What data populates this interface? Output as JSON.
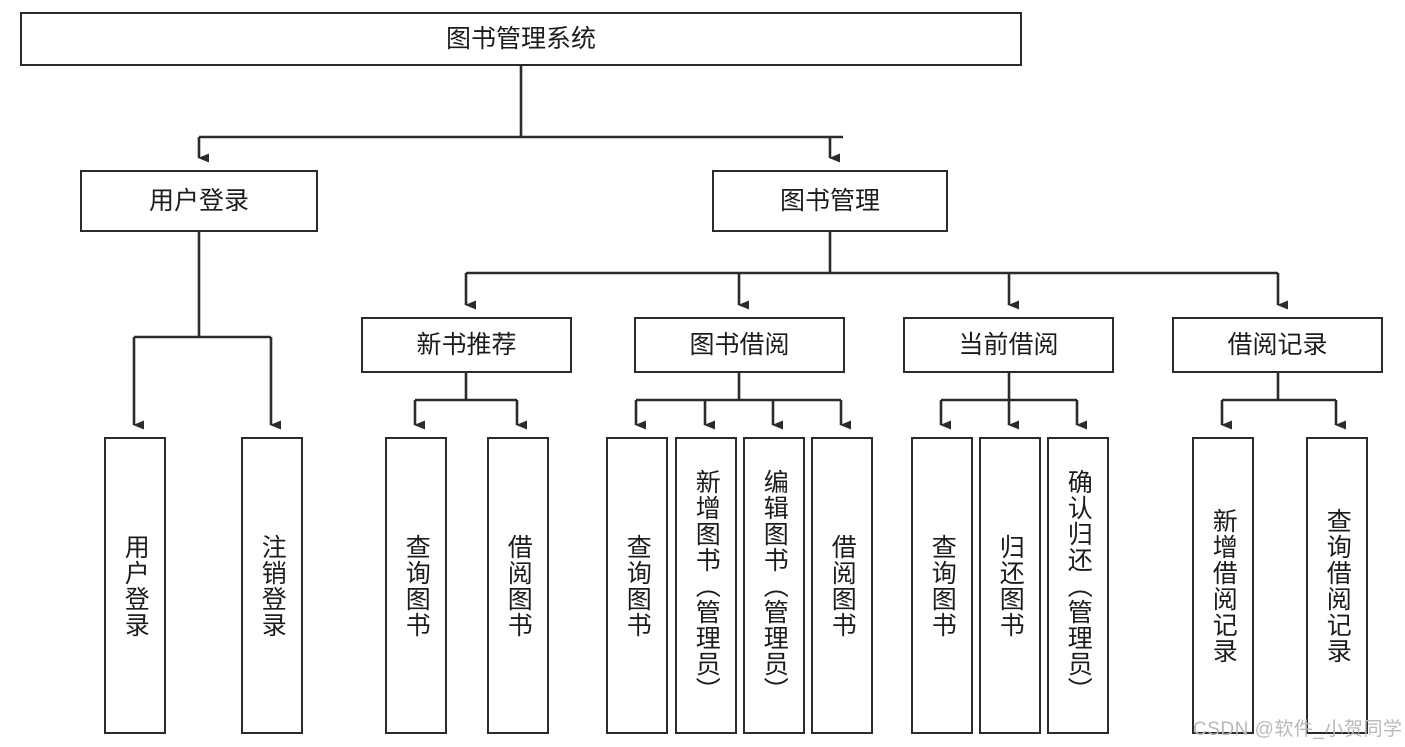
{
  "diagram": {
    "title": "图书管理系统",
    "type": "tree-hierarchy-chart",
    "orientation": "top-down",
    "colors": {
      "box_border": "#2b2b2b",
      "box_fill": "#ffffff",
      "connector": "#2b2b2b",
      "text": "#1c1c1c",
      "background": "#ffffff",
      "watermark": "#b9b9b9"
    },
    "root": {
      "label": "图书管理系统"
    },
    "level2": [
      {
        "label": "用户登录"
      },
      {
        "label": "图书管理"
      }
    ],
    "level3": [
      {
        "label": "新书推荐"
      },
      {
        "label": "图书借阅"
      },
      {
        "label": "当前借阅"
      },
      {
        "label": "借阅记录"
      }
    ],
    "leaves": {
      "user_login": [
        {
          "label": "用户登录"
        },
        {
          "label": "注销登录"
        }
      ],
      "new_book_recommend": [
        {
          "label": "查询图书"
        },
        {
          "label": "借阅图书"
        }
      ],
      "book_borrow": [
        {
          "label": "查询图书"
        },
        {
          "label": "新增图书（管理员）"
        },
        {
          "label": "编辑图书（管理员）"
        },
        {
          "label": "借阅图书"
        }
      ],
      "current_borrow": [
        {
          "label": "查询图书"
        },
        {
          "label": "归还图书"
        },
        {
          "label": "确认归还（管理员）"
        }
      ],
      "borrow_record": [
        {
          "label": "新增借阅记录"
        },
        {
          "label": "查询借阅记录"
        }
      ]
    },
    "watermark": "CSDN @软件_小贺同学"
  }
}
